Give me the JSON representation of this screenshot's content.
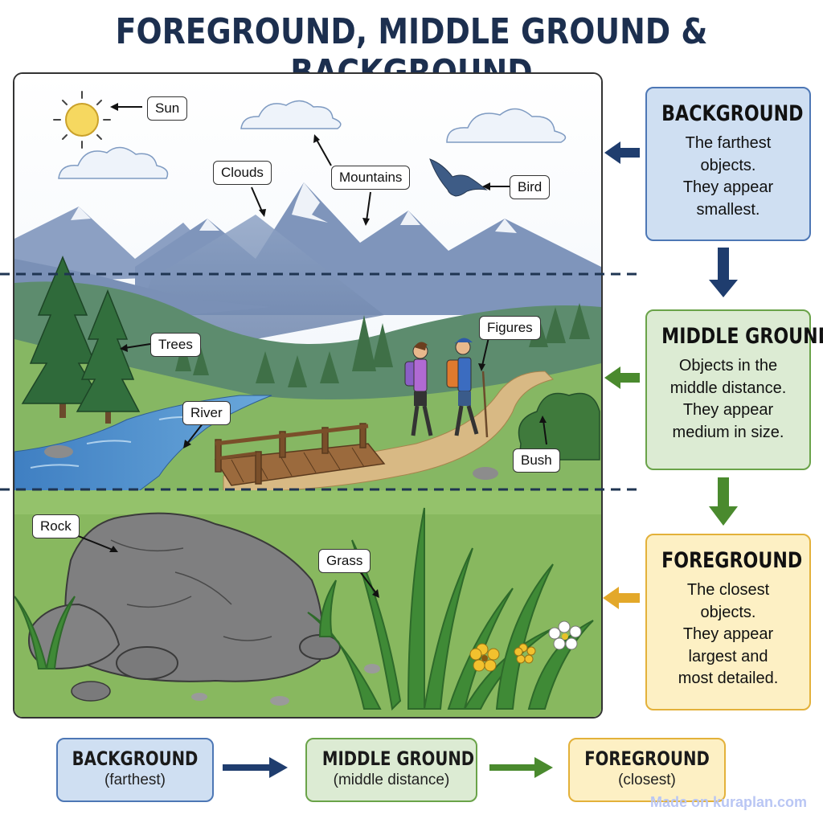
{
  "title": "FOREGROUND, MIDDLE GROUND & BACKGROUND",
  "labels": {
    "sun": "Sun",
    "clouds": "Clouds",
    "mountains": "Mountains",
    "bird": "Bird",
    "trees": "Trees",
    "figures": "Figures",
    "river": "River",
    "bush": "Bush",
    "rock": "Rock",
    "grass": "Grass"
  },
  "panels": {
    "background": {
      "heading": "BACKGROUND",
      "lines": [
        "The farthest",
        "objects.",
        "They appear",
        "smallest."
      ]
    },
    "middle_ground": {
      "heading": "MIDDLE GROUND",
      "lines": [
        "Objects in the",
        "middle distance.",
        "They appear",
        "medium in size."
      ]
    },
    "foreground": {
      "heading": "FOREGROUND",
      "lines": [
        "The closest",
        "objects.",
        "They appear",
        "largest and",
        "most detailed."
      ]
    }
  },
  "sequence": [
    {
      "heading": "BACKGROUND",
      "sub": "(farthest)"
    },
    {
      "heading": "MIDDLE GROUND",
      "sub": "(middle distance)"
    },
    {
      "heading": "FOREGROUND",
      "sub": "(closest)"
    }
  ],
  "watermark": "Made on kuraplan.com",
  "colors": {
    "background_fill": "#cfdff2",
    "background_border": "#4d77b5",
    "background_arrow": "#1f3d6e",
    "middle_fill": "#dcebd3",
    "middle_border": "#6aa349",
    "middle_arrow": "#4a8a2e",
    "foreground_fill": "#fdf0c4",
    "foreground_border": "#e3b13a",
    "foreground_arrow": "#e3a82a",
    "title": "#1c2f4f"
  }
}
